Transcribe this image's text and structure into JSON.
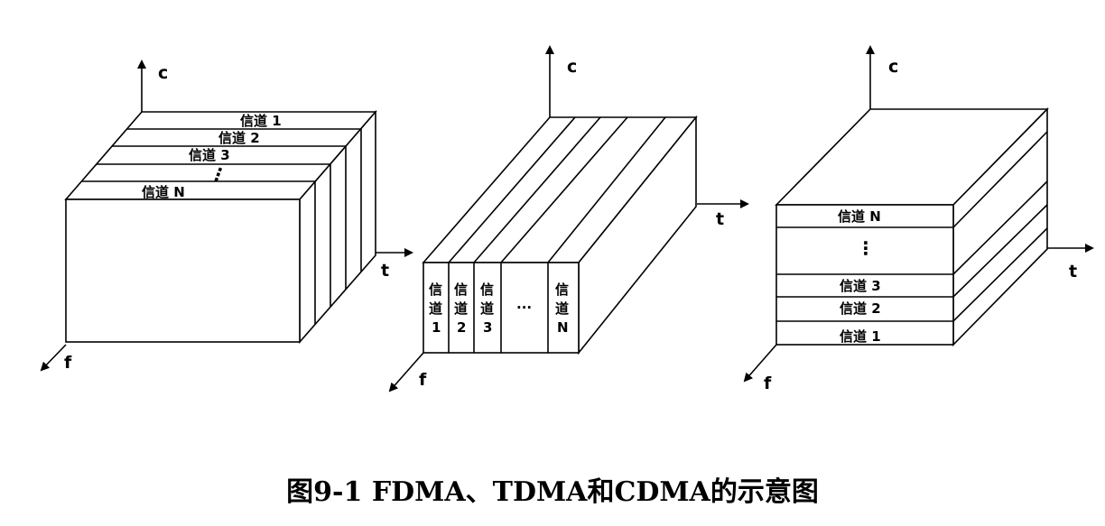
{
  "axes": {
    "c": "c",
    "t": "t",
    "f": "f"
  },
  "fdma": {
    "channels": [
      "信道 1",
      "信道 2",
      "信道 3",
      "信道 N"
    ],
    "ellipsis": "⋮"
  },
  "tdma": {
    "slot1": [
      "信",
      "道",
      "1"
    ],
    "slot2": [
      "信",
      "道",
      "2"
    ],
    "slot3": [
      "信",
      "道",
      "3"
    ],
    "ellipsis": "···",
    "slotN": [
      "信",
      "道",
      "N"
    ]
  },
  "cdma": {
    "channels": [
      "信道 N",
      "信道 3",
      "信道 2",
      "信道 1"
    ],
    "ellipsis": "⋮"
  },
  "caption": "图9-1 FDMA、TDMA和CDMA的示意图"
}
